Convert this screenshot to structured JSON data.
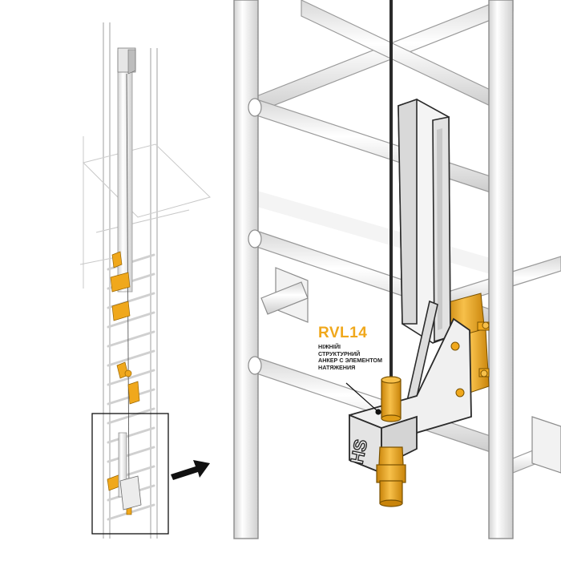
{
  "callout": {
    "code": "RVL14",
    "description_lines": [
      "НІЖНІЙІ",
      "СТРУКТУРНИЙ",
      "АНКЕР С ЭЛЕМЕНТОМ",
      "НАТЯЖЕНИЯ"
    ]
  },
  "bracket_marking": "HS",
  "colors": {
    "accent_yellow": "#f0a81c",
    "accent_yellow_dark": "#c9840a",
    "steel": "#e9e9e9",
    "steel_shadow": "#c4c4c4",
    "outline": "#1f1f1f",
    "arrow": "#111111"
  },
  "icons": [
    "right-arrow-icon"
  ]
}
